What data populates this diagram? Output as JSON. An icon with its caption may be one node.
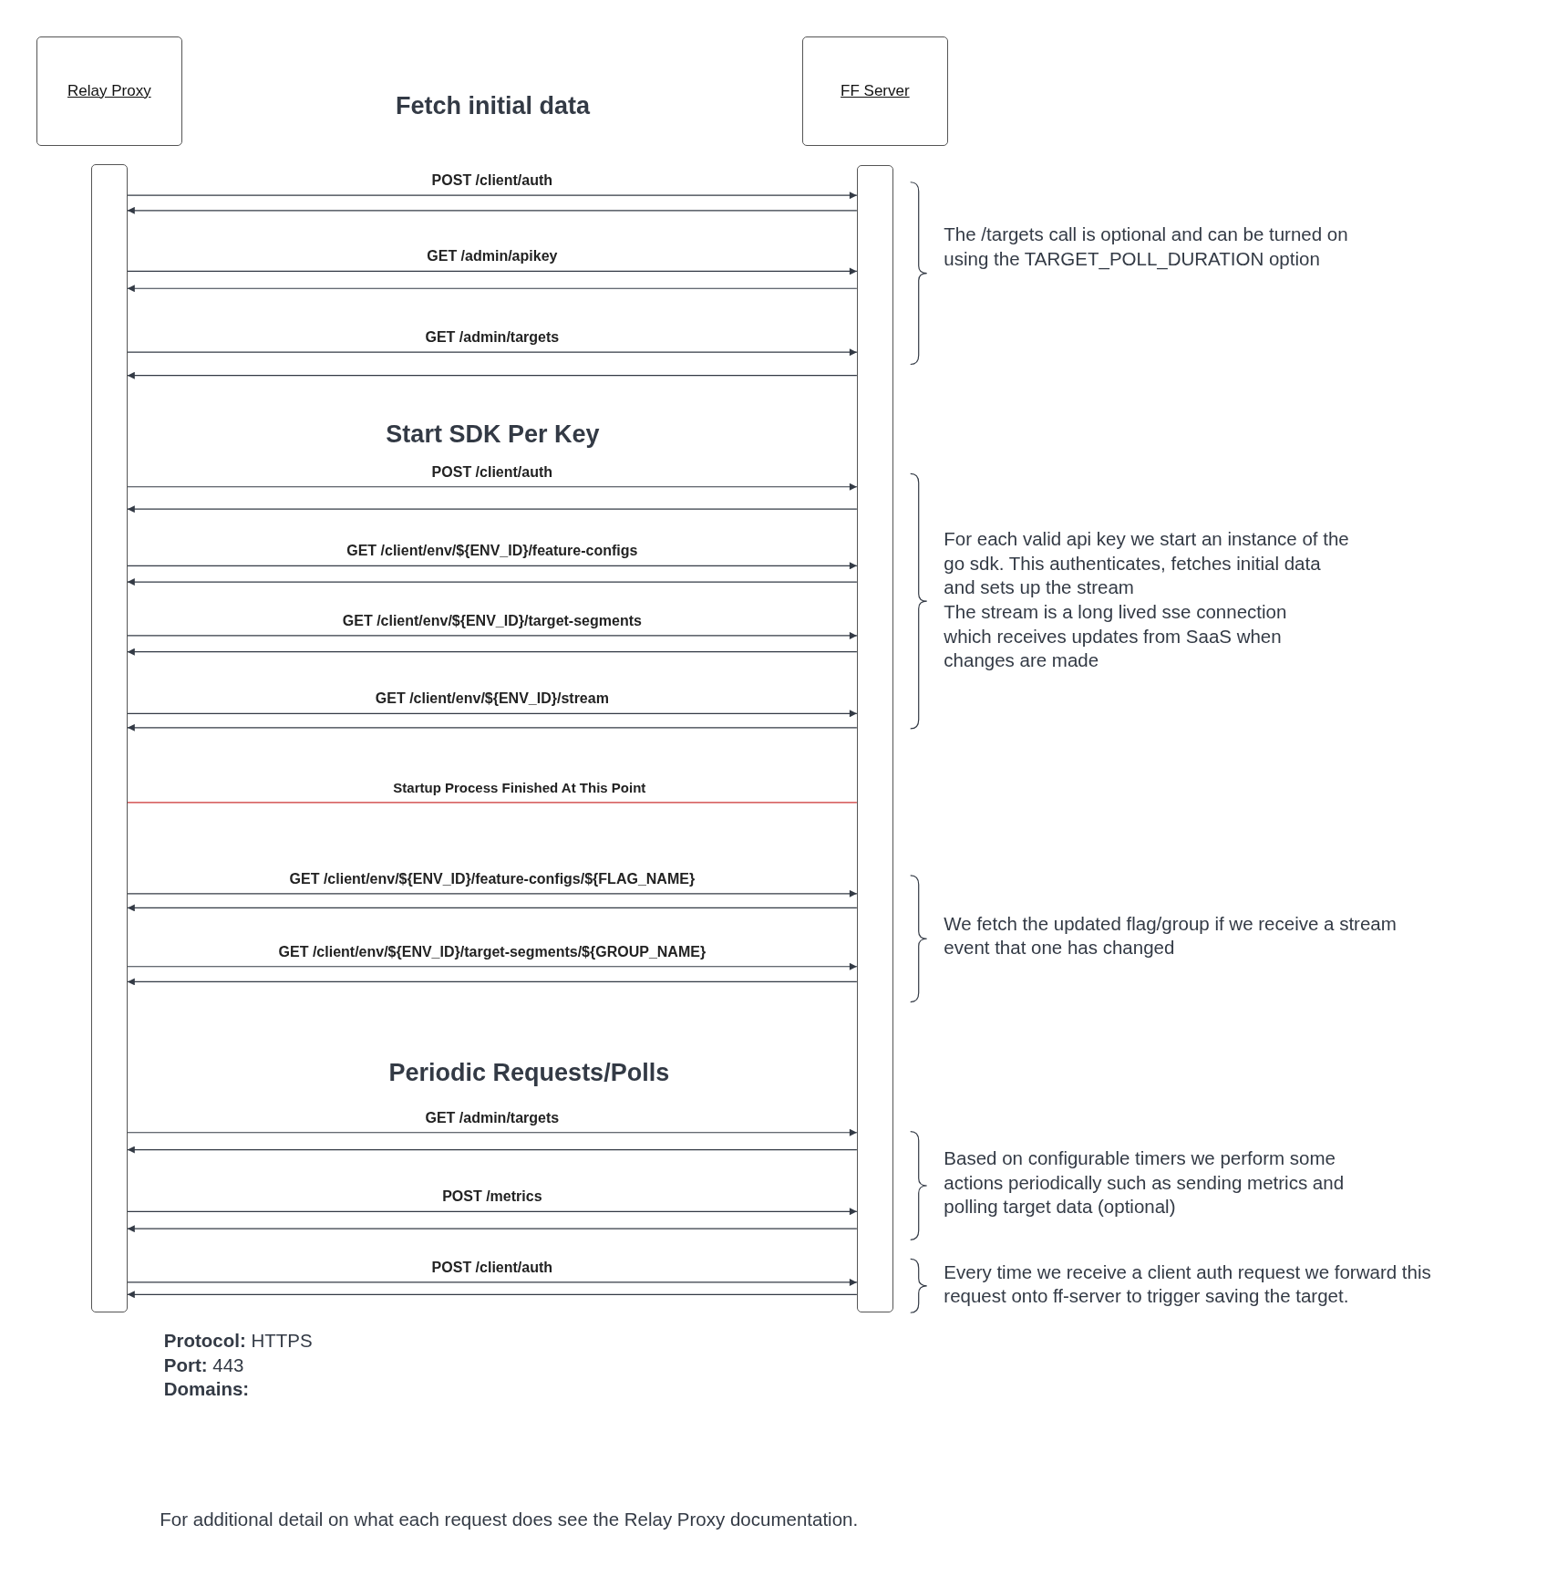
{
  "diagram": {
    "nodes": [
      {
        "text": [
          "Relay Proxy"
        ]
      },
      {
        "text": [
          "FF Server"
        ]
      },
      {
        "text": [],
        "shape": "bar"
      },
      {
        "text": [],
        "shape": "bar"
      }
    ],
    "edges": [
      {
        "from": 2,
        "to": 3,
        "arrow": "to",
        "label": "POST /client/auth"
      },
      {
        "from": 3,
        "to": 2,
        "arrow": "to"
      },
      {
        "from": 2,
        "to": 3,
        "arrow": "to",
        "label": "GET /admin/apikey"
      },
      {
        "from": 3,
        "to": 2,
        "arrow": "to"
      },
      {
        "from": 2,
        "to": 3,
        "arrow": "to",
        "label": "GET /admin/targets"
      },
      {
        "from": 3,
        "to": 2,
        "arrow": "to"
      },
      {
        "from": 2,
        "to": 3,
        "arrow": "to",
        "label": "POST /client/auth"
      },
      {
        "from": 3,
        "to": 2,
        "arrow": "to"
      },
      {
        "from": 2,
        "to": 3,
        "arrow": "to",
        "label": "GET /client/env/${ENV_ID}/feature-configs"
      },
      {
        "from": 3,
        "to": 2,
        "arrow": "to"
      },
      {
        "from": 2,
        "to": 3,
        "arrow": "to",
        "label": "GET /client/env/${ENV_ID}/target-segments"
      },
      {
        "from": 3,
        "to": 2,
        "arrow": "to"
      },
      {
        "from": 2,
        "to": 3,
        "arrow": "to",
        "label": "GET /client/env/${ENV_ID}/stream"
      },
      {
        "from": 3,
        "to": 2,
        "arrow": "to"
      },
      {
        "from": 2,
        "to": 3,
        "arrow": "none",
        "label": "Startup Process Finished At This Point",
        "color": "#cc3333"
      },
      {
        "from": 2,
        "to": 3,
        "arrow": "to",
        "label": "GET /client/env/${ENV_ID}/feature-configs/${FLAG_NAME}"
      },
      {
        "from": 3,
        "to": 2,
        "arrow": "to"
      },
      {
        "from": 2,
        "to": 3,
        "arrow": "to",
        "label": "GET /client/env/${ENV_ID}/target-segments/${GROUP_NAME}"
      },
      {
        "from": 3,
        "to": 2,
        "arrow": "to"
      },
      {
        "from": 2,
        "to": 3,
        "arrow": "to",
        "label": "GET /admin/targets"
      },
      {
        "from": 3,
        "to": 2,
        "arrow": "to"
      },
      {
        "from": 2,
        "to": 3,
        "arrow": "to",
        "label": "POST /metrics"
      },
      {
        "from": 3,
        "to": 2,
        "arrow": "to"
      },
      {
        "from": 2,
        "to": 3,
        "arrow": "to",
        "label": "POST /client/auth"
      },
      {
        "from": 3,
        "to": 2,
        "arrow": "to"
      }
    ],
    "labels": [
      "Fetch initial data",
      "The /targets call is optional and can be turned on using the TARGET_POLL_DURATION option",
      "Start SDK Per Key",
      "For each valid api key we start an instance of the go sdk. This authenticates, fetches initial data and sets up the stream",
      "The stream is a long lived sse connection which receives updates from SaaS when changes are made",
      "We fetch the updated flag/group if we receive a stream event that one has changed",
      "Periodic Requests/Polls",
      "Based on configurable timers we perform some actions periodically such as sending metrics and polling target data (optional)",
      "Every time we receive a client auth request we forward this request onto ff-server to trigger saving the target.",
      "**Protocol:** HTTPS",
      "**Port:** 443",
      "Domains:",
      "For additional detail on what each request does see the Relay Proxy documentation."
    ]
  }
}
